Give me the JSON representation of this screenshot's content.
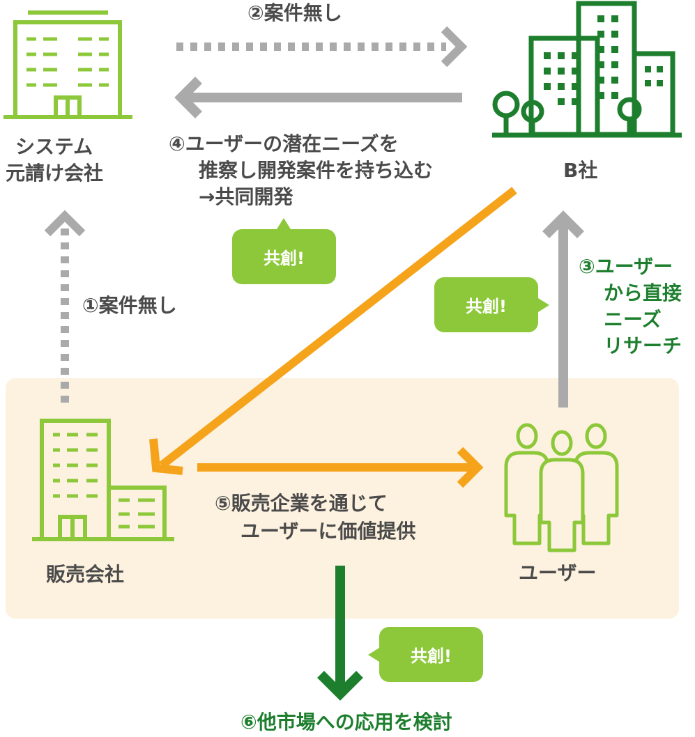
{
  "nodes": {
    "system": {
      "line1": "システム",
      "line2": "元請け会社"
    },
    "b_company": {
      "label": "B社"
    },
    "sales": {
      "label": "販売会社"
    },
    "users": {
      "label": "ユーザー"
    }
  },
  "steps": {
    "step1": "①案件無し",
    "step2": "②案件無し",
    "step3": {
      "line1": "③ユーザー",
      "line2": "から直接",
      "line3": "ニーズ",
      "line4": "リサーチ"
    },
    "step4": {
      "line1": "④ユーザーの潜在ニーズを",
      "line2": "推察し開発案件を持ち込む",
      "line3": "→共同開発"
    },
    "step5": {
      "line1": "⑤販売企業を通じて",
      "line2": "ユーザーに価値提供"
    },
    "step6": "⑥他市場への応用を検討"
  },
  "badges": {
    "kyoso": "共創!"
  },
  "colors": {
    "light_green": "#8cc83a",
    "dark_green": "#1d7f2e",
    "orange": "#f5a31a",
    "gray": "#aaaaaa",
    "panel": "#fdf1df",
    "text": "#4a4a4a"
  },
  "icons": [
    "office-building-icon",
    "city-buildings-icon",
    "sales-building-icon",
    "users-group-icon"
  ]
}
